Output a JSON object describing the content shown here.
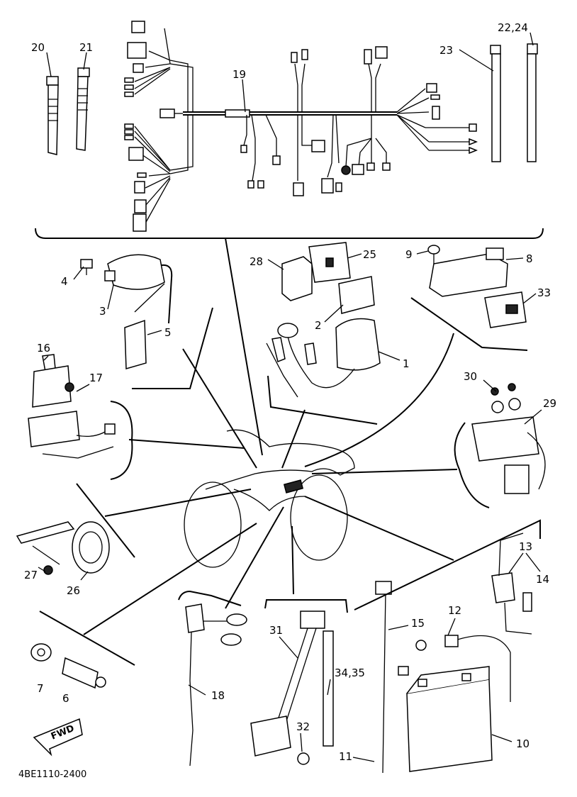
{
  "diagram": {
    "fwd_label": "FWD",
    "drawing_code": "4BE1110-2400",
    "callouts": [
      {
        "id": "20",
        "text": "20"
      },
      {
        "id": "21",
        "text": "21"
      },
      {
        "id": "19",
        "text": "19"
      },
      {
        "id": "22_24",
        "text": "22,24"
      },
      {
        "id": "23",
        "text": "23"
      },
      {
        "id": "4",
        "text": "4"
      },
      {
        "id": "3",
        "text": "3"
      },
      {
        "id": "5",
        "text": "5"
      },
      {
        "id": "28",
        "text": "28"
      },
      {
        "id": "25",
        "text": "25"
      },
      {
        "id": "2",
        "text": "2"
      },
      {
        "id": "1",
        "text": "1"
      },
      {
        "id": "9",
        "text": "9"
      },
      {
        "id": "8",
        "text": "8"
      },
      {
        "id": "33",
        "text": "33"
      },
      {
        "id": "16",
        "text": "16"
      },
      {
        "id": "17",
        "text": "17"
      },
      {
        "id": "30",
        "text": "30"
      },
      {
        "id": "29",
        "text": "29"
      },
      {
        "id": "27",
        "text": "27"
      },
      {
        "id": "26",
        "text": "26"
      },
      {
        "id": "13",
        "text": "13"
      },
      {
        "id": "14",
        "text": "14"
      },
      {
        "id": "12",
        "text": "12"
      },
      {
        "id": "31",
        "text": "31"
      },
      {
        "id": "15",
        "text": "15"
      },
      {
        "id": "7",
        "text": "7"
      },
      {
        "id": "6",
        "text": "6"
      },
      {
        "id": "18",
        "text": "18"
      },
      {
        "id": "34_35",
        "text": "34,35"
      },
      {
        "id": "32",
        "text": "32"
      },
      {
        "id": "11",
        "text": "11"
      },
      {
        "id": "10",
        "text": "10"
      }
    ]
  }
}
